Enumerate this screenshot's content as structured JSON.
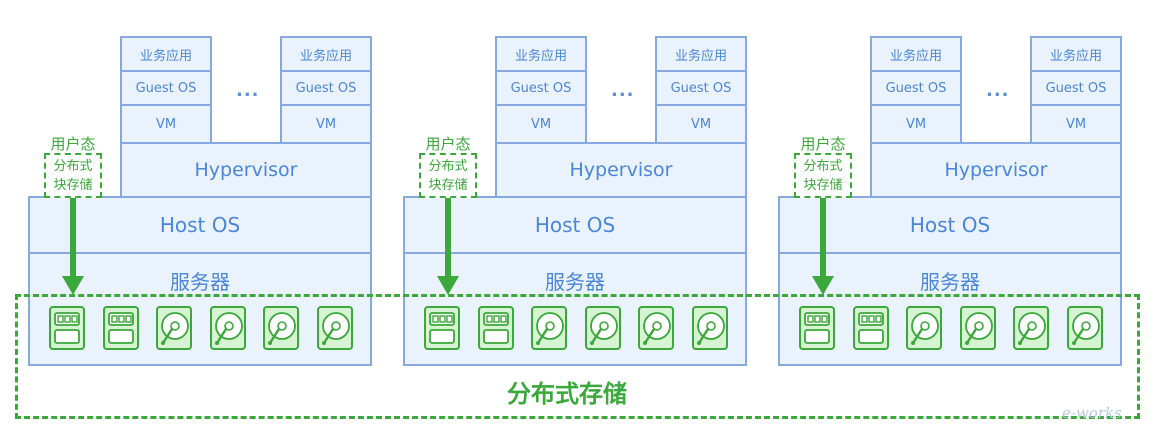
{
  "labels": {
    "app": "业务应用",
    "guest_os": "Guest OS",
    "vm": "VM",
    "hypervisor": "Hypervisor",
    "host_os": "Host OS",
    "server": "服务器",
    "user_state": "用户态",
    "dist_block_line1": "分布式",
    "dist_block_line2": "块存储",
    "ellipsis": "...",
    "storage": "分布式存储",
    "watermark": "e-works"
  },
  "colors": {
    "blue_border": "#85a9e0",
    "blue_fill": "#eaf2fd",
    "blue_text": "#4a86d9",
    "green": "#3aa83a",
    "disk_fill": "#d6f3d2"
  },
  "icons": [
    "ssd-icon",
    "ssd-icon",
    "hdd-icon",
    "hdd-icon",
    "hdd-icon",
    "hdd-icon"
  ]
}
